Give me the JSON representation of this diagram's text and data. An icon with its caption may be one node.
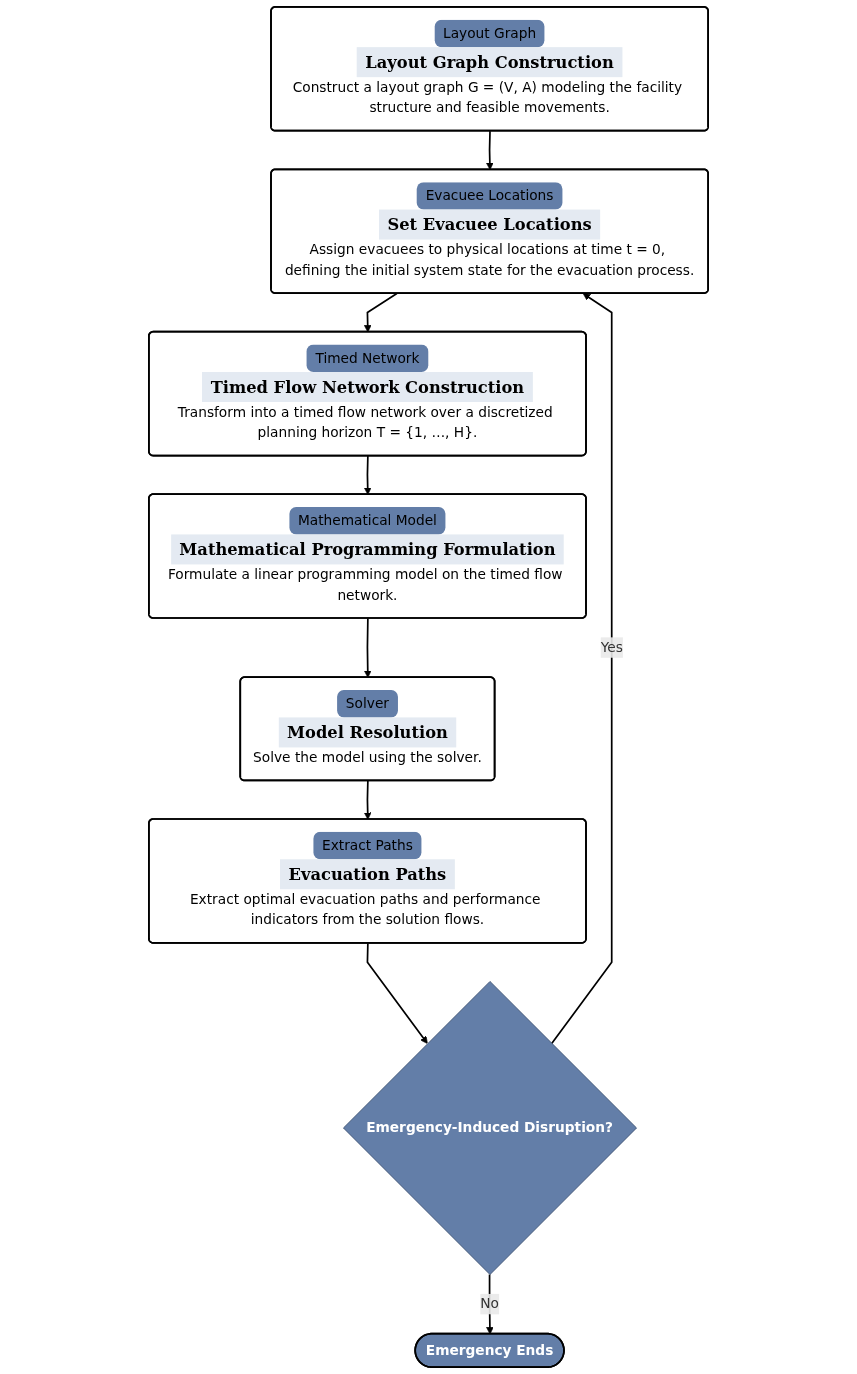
{
  "diagram": {
    "nodes": [
      {
        "text": [
          "Layout Graph",
          "Layout Graph Construction",
          "Construct a layout graph G = (V, A) modeling the facility structure and feasible movements."
        ]
      },
      {
        "text": [
          "Evacuee Locations",
          "Set Evacuee Locations",
          "Assign evacuees to physical locations at time t = 0, defining the initial system state for the evacuation process."
        ]
      },
      {
        "text": [
          "Timed Network",
          "Timed Flow Network Construction",
          "Transform into a timed flow network over a discretized planning horizon T = {1, …, H}."
        ]
      },
      {
        "text": [
          "Mathematical Model",
          "Mathematical Programming Formulation",
          "Formulate a linear programming model on the timed flow network."
        ]
      },
      {
        "text": [
          "Solver",
          "Model Resolution",
          "Solve the model using the solver."
        ]
      },
      {
        "text": [
          "Extract Paths",
          "Evacuation Paths",
          "Extract optimal evacuation paths and performance indicators from the solution flows."
        ]
      },
      {
        "text": [
          "Emergency-Induced Disruption?"
        ]
      },
      {
        "text": [
          "Emergency Ends"
        ]
      }
    ],
    "edges": [
      {
        "from": 0,
        "to": 1,
        "arrow": "to"
      },
      {
        "from": 1,
        "to": 2,
        "arrow": "to"
      },
      {
        "from": 2,
        "to": 3,
        "arrow": "to"
      },
      {
        "from": 3,
        "to": 4,
        "arrow": "to"
      },
      {
        "from": 4,
        "to": 5,
        "arrow": "to"
      },
      {
        "from": 5,
        "to": 6,
        "arrow": "to"
      },
      {
        "from": 6,
        "to": 1,
        "arrow": "to",
        "label": "Yes"
      },
      {
        "from": 6,
        "to": 7,
        "arrow": "to",
        "label": "No"
      }
    ]
  }
}
